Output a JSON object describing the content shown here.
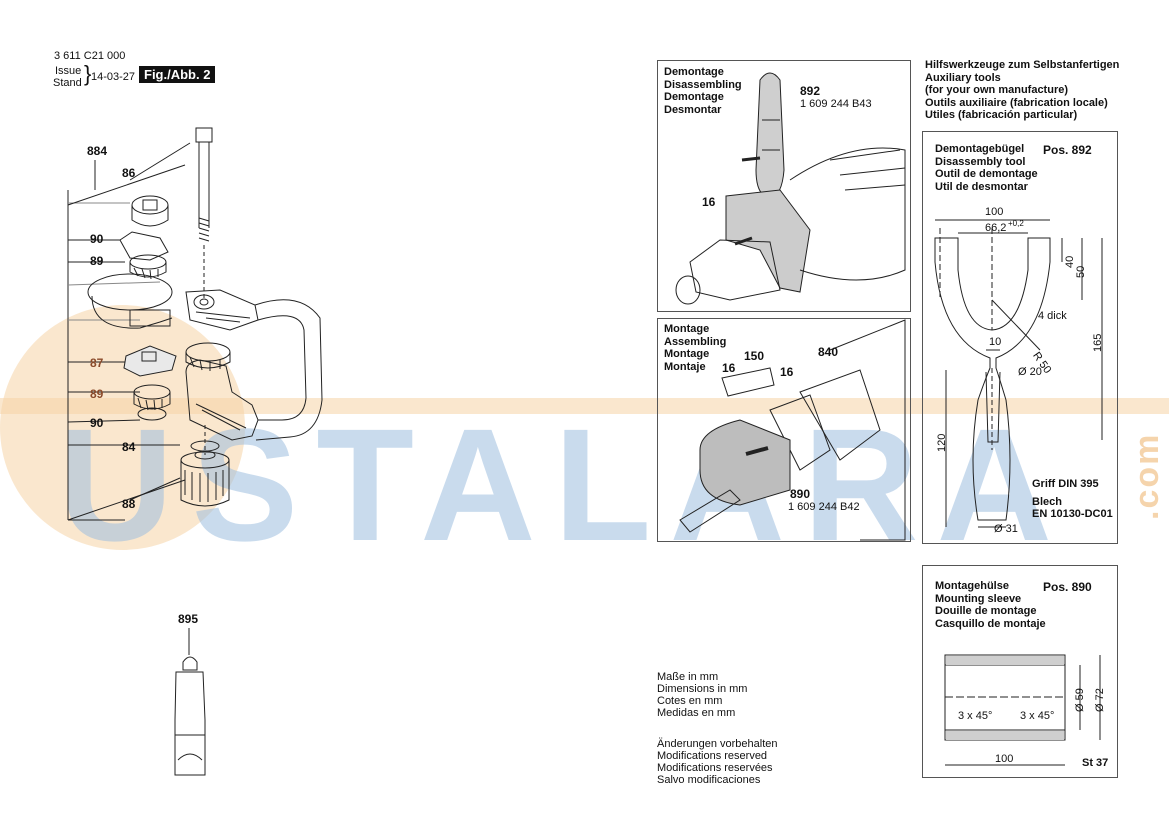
{
  "header": {
    "doc_number": "3 611 C21 000",
    "issue_label": "Issue",
    "stand_label": "Stand",
    "date": "14-03-27",
    "figure_label": "Fig./Abb. 2"
  },
  "callouts_main": [
    "884",
    "86",
    "90",
    "89",
    "87",
    "89",
    "90",
    "84",
    "88",
    "895"
  ],
  "panel_disassembly": {
    "title_lines": [
      "Demontage",
      "Disassembling",
      "Demontage",
      "Desmontar"
    ],
    "tool_number": "892",
    "tool_part": "1 609 244 B43",
    "part_label": "16"
  },
  "panel_assembly": {
    "title_lines": [
      "Montage",
      "Assembling",
      "Montage",
      "Montaje"
    ],
    "labels": [
      "16",
      "150",
      "840",
      "16"
    ],
    "tool_number": "890",
    "tool_part": "1 609 244 B42"
  },
  "aux_tools": {
    "title_lines": [
      "Hilfswerkzeuge zum Selbstanfertigen",
      "Auxiliary tools",
      "(for your own manufacture)",
      "Outils auxiliaire (fabrication locale)",
      "Utiles (fabricación particular)"
    ]
  },
  "tool_892": {
    "title_lines": [
      "Demontagebügel",
      "Disassembly tool",
      "Outil de demontage",
      "Util de desmontar"
    ],
    "pos": "Pos. 892",
    "dims": {
      "w100": "100",
      "w66": "66,2",
      "tol": "+0,2",
      "h40": "40",
      "h50": "50",
      "h165": "165",
      "thick": "4 dick",
      "d10": "10",
      "r50": "R 50",
      "d20": "Ø 20",
      "h120": "120",
      "d31": "Ø 31"
    },
    "griff": "Griff DIN 395",
    "blech": "Blech",
    "material": "EN 10130-DC01"
  },
  "tool_890": {
    "title_lines": [
      "Montagehülse",
      "Mounting sleeve",
      "Douille de montage",
      "Casquillo de montaje"
    ],
    "pos": "Pos. 890",
    "dims": {
      "d59": "Ø 59",
      "d72": "Ø 72",
      "chamfer_l": "3 x 45°",
      "chamfer_r": "3 x 45°",
      "len": "100"
    },
    "material": "St 37"
  },
  "notes": {
    "dimensions": [
      "Maße in mm",
      "Dimensions in mm",
      "Cotes en mm",
      "Medidas en mm"
    ],
    "changes": [
      "Änderungen vorbehalten",
      "Modifications reserved",
      "Modifications reservées",
      "Salvo modificaciones"
    ]
  },
  "watermark": {
    "text": "USTALARA",
    "suffix": ".com",
    "color_blue": "#8fb3d9",
    "color_orange": "#f2c28a"
  }
}
